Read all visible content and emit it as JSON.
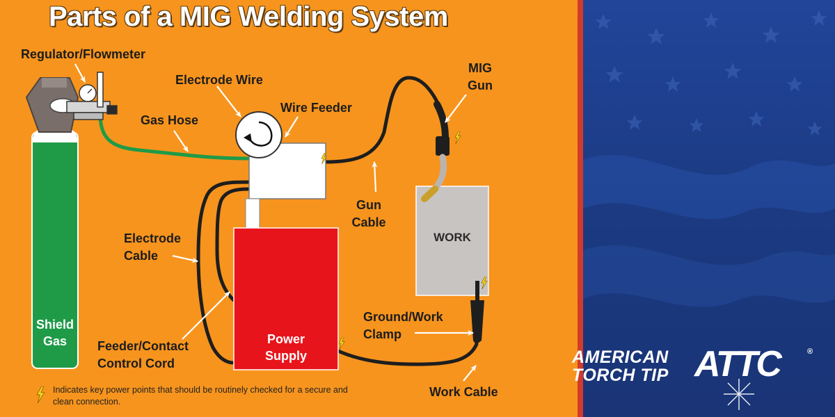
{
  "title": "Parts of a MIG Welding System",
  "labels": {
    "regulator": "Regulator/Flowmeter",
    "electrode_wire": "Electrode Wire",
    "wire_feeder": "Wire Feeder",
    "gas_hose": "Gas Hose",
    "mig_gun_1": "MIG",
    "mig_gun_2": "Gun",
    "gun_cable_1": "Gun",
    "gun_cable_2": "Cable",
    "electrode_cable_1": "Electrode",
    "electrode_cable_2": "Cable",
    "feeder_cord_1": "Feeder/Contact",
    "feeder_cord_2": "Control Cord",
    "ground_clamp_1": "Ground/Work",
    "ground_clamp_2": "Clamp",
    "work_cable": "Work Cable",
    "work": "WORK",
    "power_supply_1": "Power",
    "power_supply_2": "Supply",
    "shield_gas_1": "Shield",
    "shield_gas_2": "Gas"
  },
  "note": "Indicates key power points that should be routinely checked for a secure and clean connection.",
  "brand": {
    "line1": "AMERICAN",
    "line2": "TORCH TIP",
    "mark": "ATTC",
    "reg": "®"
  },
  "colors": {
    "background": "#f7941d",
    "cylinder": "#1f9b48",
    "power_supply": "#e8141b",
    "work": "#c8c4c2",
    "cable": "#1e1e1e",
    "gas_hose": "#1f9b48",
    "flag_blue": "#1a3f8a",
    "lightning": "#f5d21a"
  },
  "icons": [
    "lightning-bolt-icon",
    "arrow-icon",
    "stars-icon"
  ]
}
